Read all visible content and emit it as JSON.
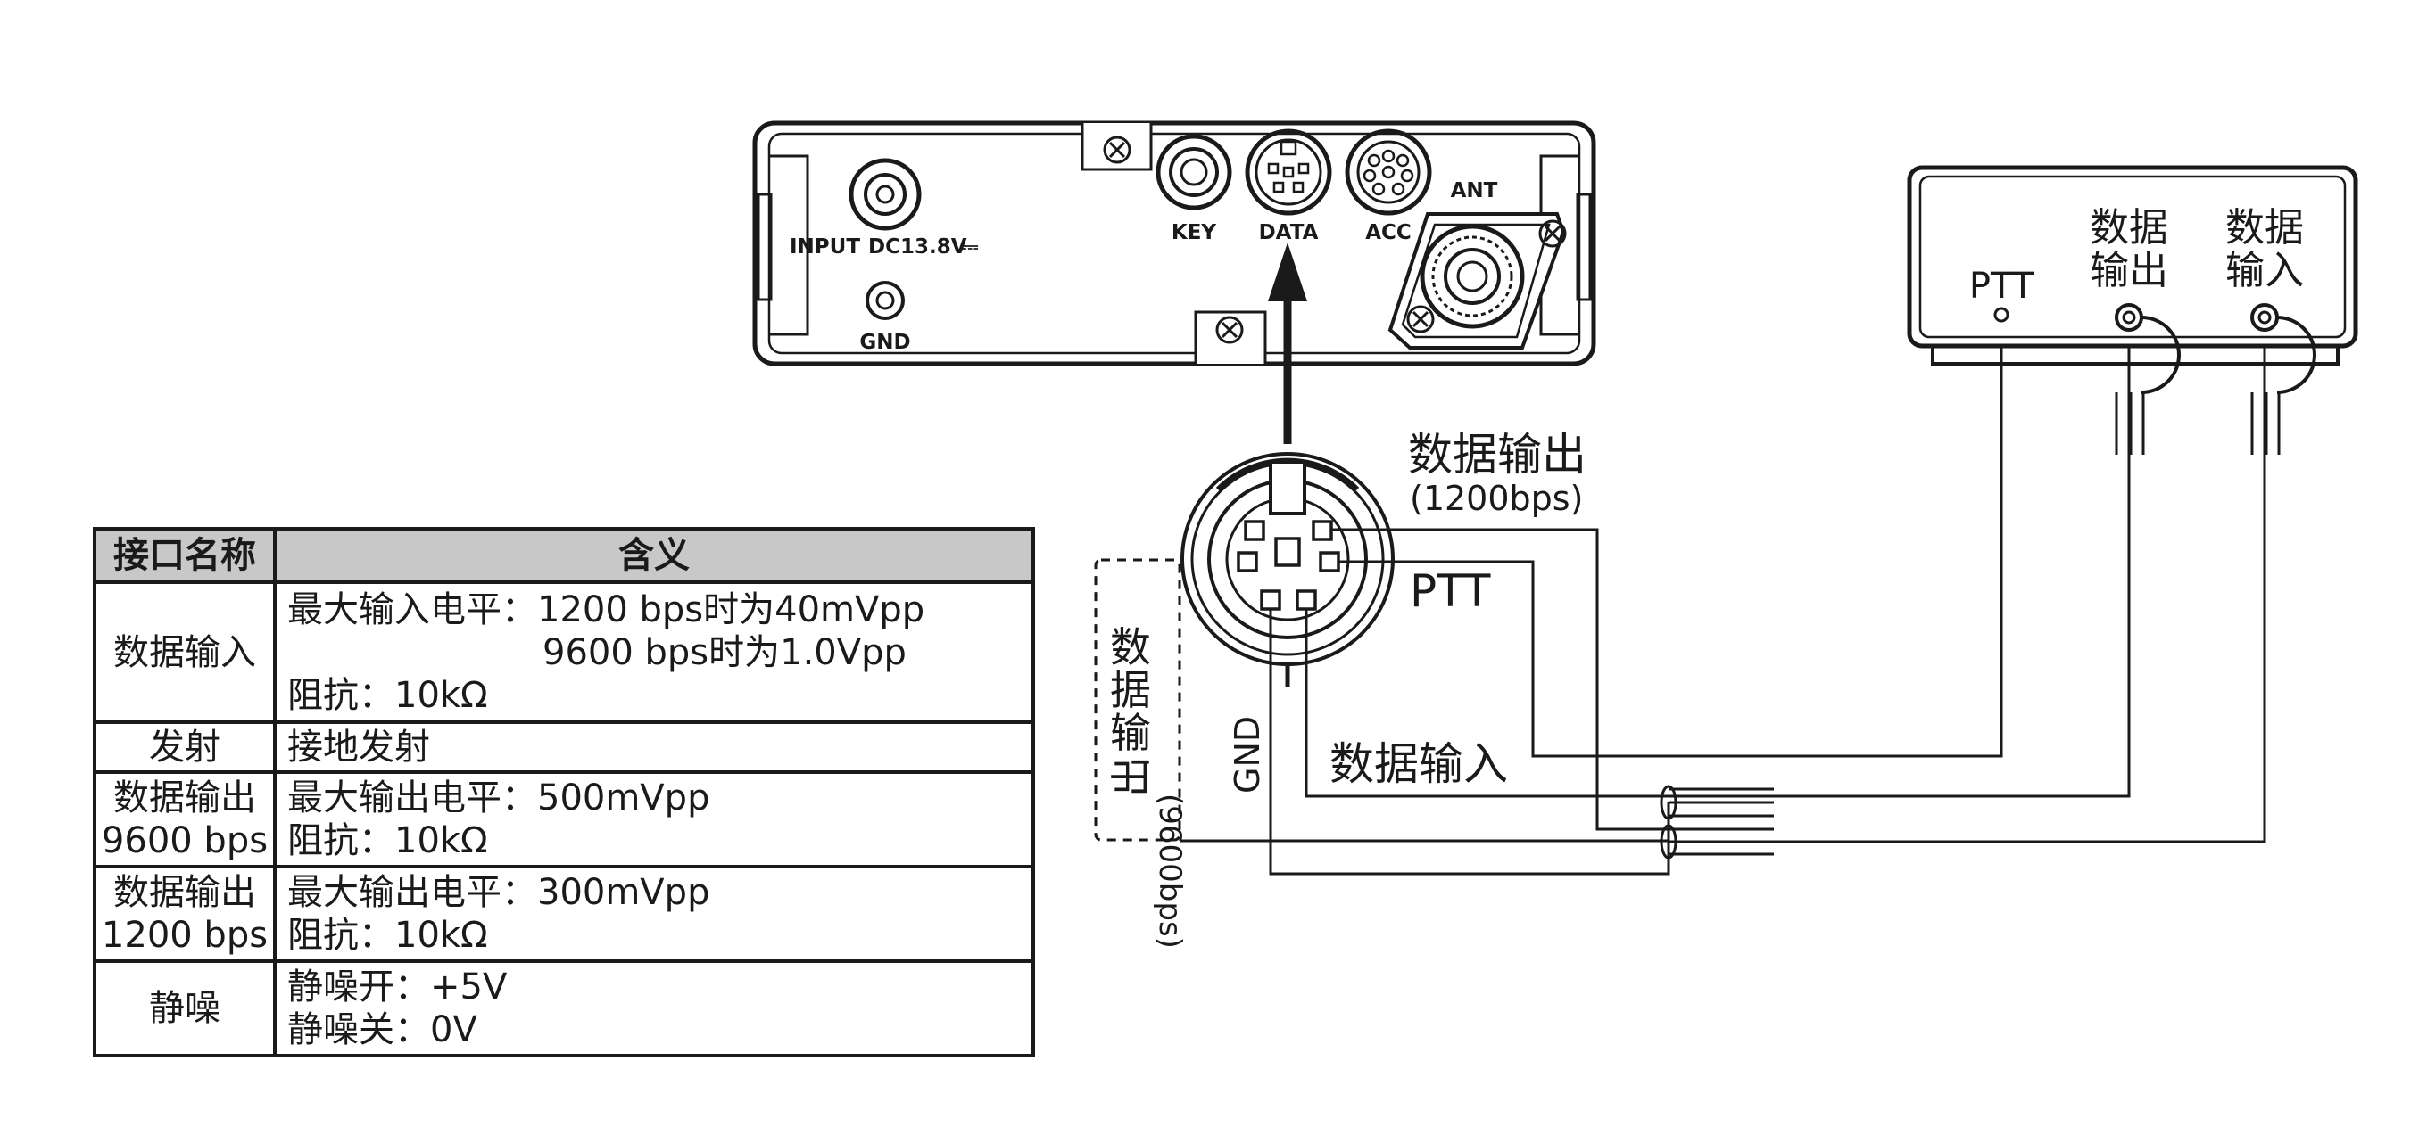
{
  "radio": {
    "input_label": "INPUT",
    "dc_label": "DC13.8V",
    "dc_symbol": "⎓",
    "gnd_label": "GND",
    "key_label": "KEY",
    "data_label": "DATA",
    "acc_label": "ACC",
    "ant_label": "ANT"
  },
  "connector": {
    "data_out_1200": "数据输出",
    "data_out_1200_rate": "(1200bps)",
    "ptt": "PTT",
    "gnd": "GND",
    "data_in": "数据输入",
    "data_out_9600_chars": [
      "数",
      "据",
      "输",
      "出"
    ],
    "data_out_9600_rate": "(9600bps)"
  },
  "device": {
    "ptt": "PTT",
    "data_out_line1": "数据",
    "data_out_line2": "输出",
    "data_in_line1": "数据",
    "data_in_line2": "输入"
  },
  "table": {
    "header": {
      "col1": "接口名称",
      "col2": "含义"
    },
    "rows": [
      {
        "name": [
          "数据输入"
        ],
        "desc": [
          "最大输入电平：1200 bps时为40mVpp",
          "9600 bps时为1.0Vpp",
          "阻抗：10kΩ"
        ]
      },
      {
        "name": [
          "发射"
        ],
        "desc": [
          "接地发射"
        ]
      },
      {
        "name": [
          "数据输出",
          "9600 bps"
        ],
        "desc": [
          "最大输出电平：500mVpp",
          "阻抗：10kΩ"
        ]
      },
      {
        "name": [
          "数据输出",
          "1200 bps"
        ],
        "desc": [
          "最大输出电平：300mVpp",
          "阻抗：10kΩ"
        ]
      },
      {
        "name": [
          "静噪"
        ],
        "desc": [
          "静噪开：+5V",
          "静噪关：0V"
        ]
      }
    ]
  }
}
